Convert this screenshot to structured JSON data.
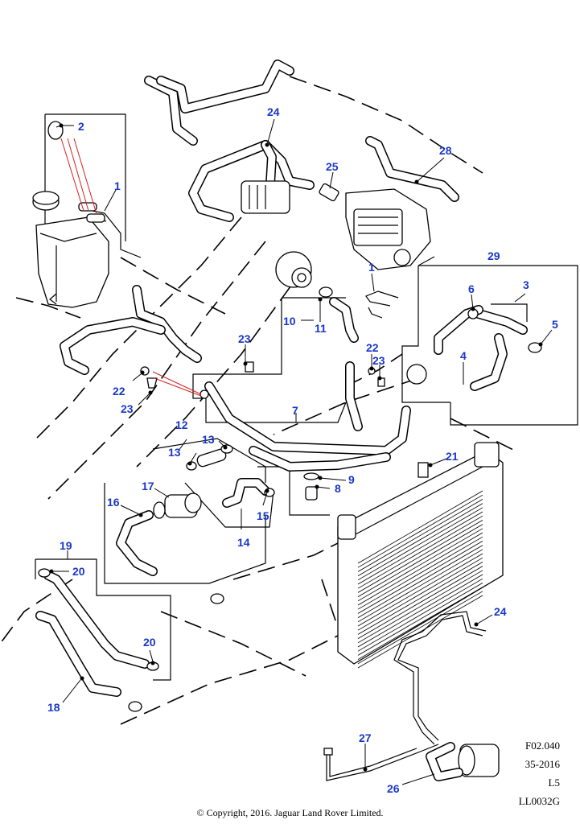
{
  "diagram": {
    "callouts": {
      "c1a": "1",
      "c1b": "1",
      "c2": "2",
      "c3": "3",
      "c4": "4",
      "c5": "5",
      "c6": "6",
      "c7": "7",
      "c8": "8",
      "c9": "9",
      "c10": "10",
      "c11": "11",
      "c12": "12",
      "c13a": "13",
      "c13b": "13",
      "c14": "14",
      "c15": "15",
      "c16": "16",
      "c17": "17",
      "c18": "18",
      "c19": "19",
      "c20a": "20",
      "c20b": "20",
      "c21": "21",
      "c22a": "22",
      "c22b": "22",
      "c23a": "23",
      "c23b": "23",
      "c23c": "23",
      "c24a": "24",
      "c24b": "24",
      "c25": "25",
      "c26": "26",
      "c27": "27",
      "c28": "28",
      "c29": "29"
    },
    "callout_color": "#1a37c8",
    "highlight_color": "#d42020"
  },
  "reference": {
    "figure": "F02.040",
    "date": "35-2016",
    "level": "L5",
    "code": "LL0032G"
  },
  "copyright": "© Copyright, 2016. Jaguar Land Rover Limited."
}
